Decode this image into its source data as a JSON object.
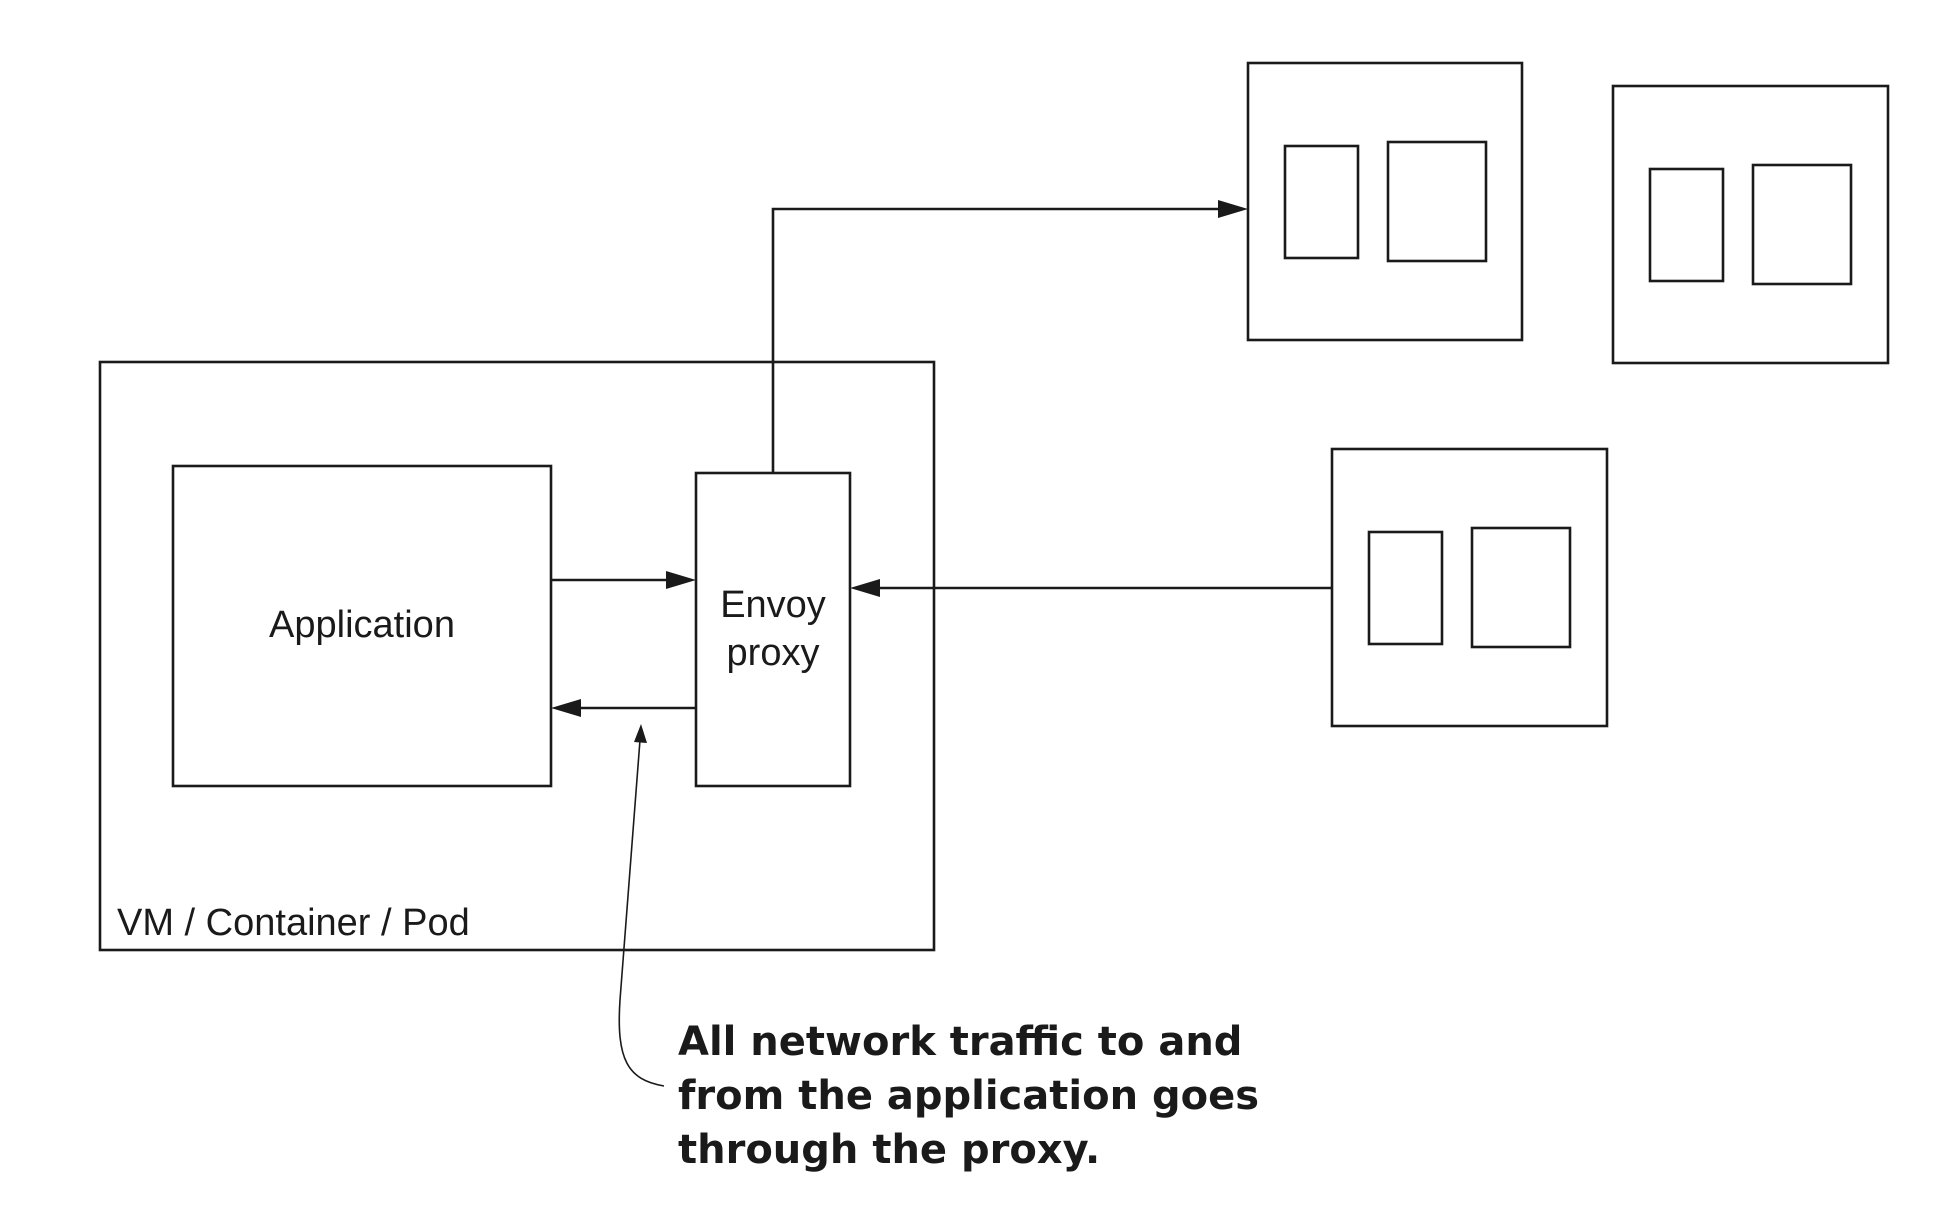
{
  "labels": {
    "application": "Application",
    "envoy_line1": "Envoy",
    "envoy_line2": "proxy",
    "host": "VM / Container / Pod"
  },
  "annotation": {
    "lines": [
      "All network traffic to and",
      "from the application goes",
      "through the proxy."
    ]
  },
  "colors": {
    "stroke": "#1a1a1a",
    "background": "#ffffff"
  }
}
